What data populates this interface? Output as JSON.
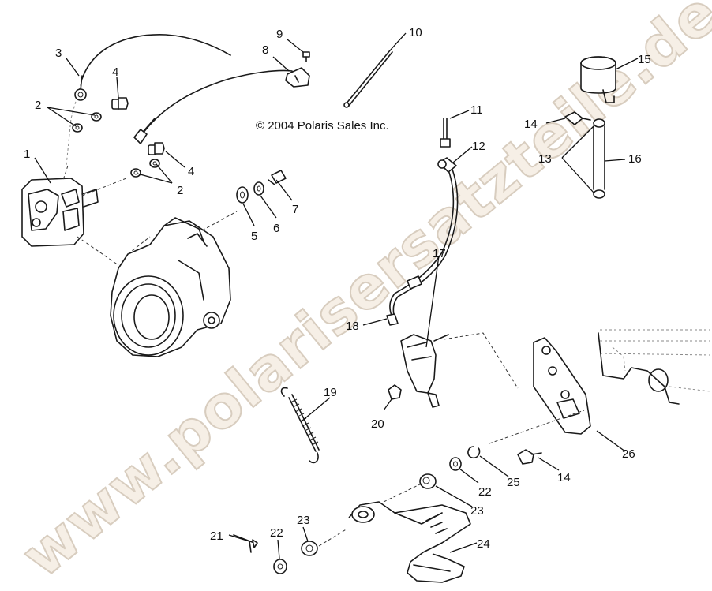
{
  "watermark": {
    "text": "www.polarisersatzteile.de",
    "color": "#d8cdbf"
  },
  "copyright": "© 2004 Polaris Sales Inc.",
  "labels": [
    {
      "id": "l1",
      "text": "1"
    },
    {
      "id": "l2a",
      "text": "2"
    },
    {
      "id": "l2b",
      "text": "2"
    },
    {
      "id": "l3",
      "text": "3"
    },
    {
      "id": "l4a",
      "text": "4"
    },
    {
      "id": "l4b",
      "text": "4"
    },
    {
      "id": "l5",
      "text": "5"
    },
    {
      "id": "l6",
      "text": "6"
    },
    {
      "id": "l7",
      "text": "7"
    },
    {
      "id": "l8",
      "text": "8"
    },
    {
      "id": "l9",
      "text": "9"
    },
    {
      "id": "l10",
      "text": "10"
    },
    {
      "id": "l11",
      "text": "11"
    },
    {
      "id": "l12",
      "text": "12"
    },
    {
      "id": "l13",
      "text": "13"
    },
    {
      "id": "l14a",
      "text": "14"
    },
    {
      "id": "l14b",
      "text": "14"
    },
    {
      "id": "l15",
      "text": "15"
    },
    {
      "id": "l16",
      "text": "16"
    },
    {
      "id": "l17",
      "text": "17"
    },
    {
      "id": "l18",
      "text": "18"
    },
    {
      "id": "l19",
      "text": "19"
    },
    {
      "id": "l20",
      "text": "20"
    },
    {
      "id": "l21",
      "text": "21"
    },
    {
      "id": "l22a",
      "text": "22"
    },
    {
      "id": "l22b",
      "text": "22"
    },
    {
      "id": "l23a",
      "text": "23"
    },
    {
      "id": "l23b",
      "text": "23"
    },
    {
      "id": "l24",
      "text": "24"
    },
    {
      "id": "l25",
      "text": "25"
    },
    {
      "id": "l26",
      "text": "26"
    }
  ]
}
